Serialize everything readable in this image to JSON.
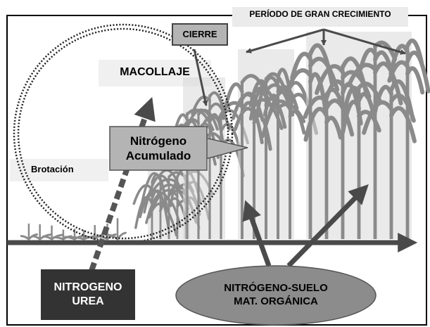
{
  "labels": {
    "periodo": "PERÍODO DE GRAN CRECIMIENTO",
    "cierre": "CIERRE",
    "macollaje": "MACOLLAJE",
    "brotacion": "Brotación",
    "nitrogeno_acumulado": [
      "Nitrógeno",
      "Acumulado"
    ],
    "nitrogeno_urea": [
      "NITROGENO",
      "UREA"
    ],
    "nitrogeno_suelo": [
      "NITRÓGENO-SUELO",
      "MAT. ORGÁNICA"
    ]
  },
  "colors": {
    "dark_box": "#333333",
    "ellipse": "#8c8c8c",
    "callout": "#b4b4b4",
    "arrow": "#4a4a4a",
    "plant": "#8a8a8a",
    "plant_light": "#d9d9d9"
  }
}
